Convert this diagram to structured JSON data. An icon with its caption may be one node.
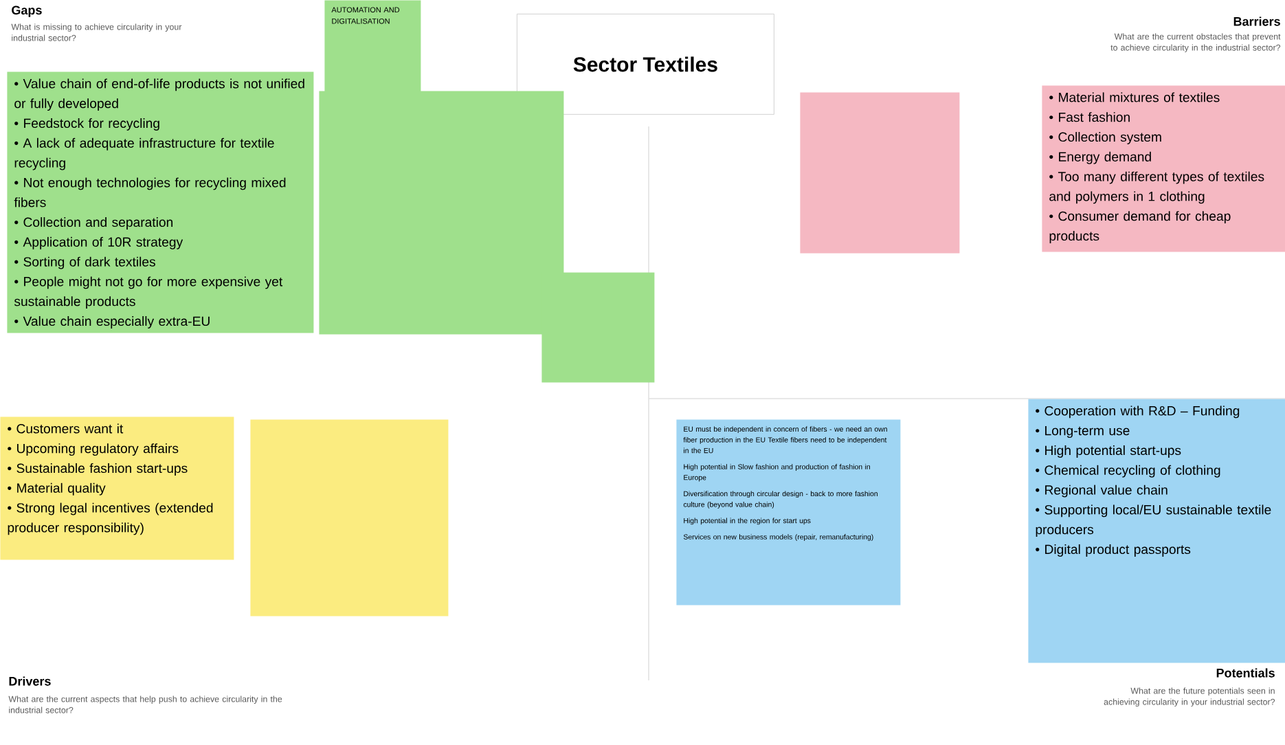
{
  "diagram": {
    "nodes": [
      {
        "text": [
          "Sector Textiles"
        ]
      },
      {
        "text": [
          "• Value chain of end-of-life products is not unified or fully developed",
          "• Feedstock for recycling",
          "• A lack of adequate infrastructure for textile recycling",
          "• Not enough technologies for recycling mixed fibers",
          "• Collection and separation",
          "• Application of 10R strategy",
          "• Sorting of dark textiles",
          "• People might not go for more expensive yet sustainable products",
          "• Value chain especially extra-EU"
        ]
      },
      {
        "text": [
          "AUTOMATION AND DIGITALISATION"
        ]
      },
      {
        "text": [],
        "shape": "box"
      },
      {
        "text": [],
        "shape": "box"
      },
      {
        "text": [],
        "shape": "box"
      },
      {
        "text": [
          "• Material mixtures of textiles",
          "• Fast fashion",
          "• Collection system",
          "• Energy demand",
          "• Too many different types of textiles and polymers in 1 clothing",
          "• Consumer demand for cheap products"
        ]
      },
      {
        "text": [
          "• Customers want it",
          "• Upcoming regulatory affairs",
          "• Sustainable fashion start-ups",
          "• Material quality",
          "• Strong legal incentives (extended producer responsibility)"
        ]
      },
      {
        "text": [],
        "shape": "box"
      },
      {
        "text": [
          "EU must be independent in concern of fibers - we need an own fiber production in the EU Textile fibers need to be independent in the EU",
          "High potential in Slow fashion and production of fashion in Europe",
          "Diversification through circular design - back to more fashion culture (beyond value chain)",
          "High potential in the region for start ups",
          "Services on new business models (repair, remanufacturing)"
        ]
      },
      {
        "text": [
          "• Cooperation with R&D – Funding",
          "• Long-term use",
          "• High potential start-ups",
          "• Chemical recycling of clothing",
          "• Regional value chain",
          "• Supporting local/EU sustainable textile producers",
          "• Digital product passports"
        ]
      }
    ],
    "labels": [
      "Gaps",
      "What is missing to achieve circularity in your industrial sector?",
      "Barriers",
      "What are the current obstacles that prevent to achieve circularity in the industrial sector?",
      "Drivers",
      "What are the current aspects that help push to achieve circularity in the industrial sector?",
      "Potentials",
      "What are the future potentials seen in achieving circularity in your industrial sector?"
    ]
  }
}
